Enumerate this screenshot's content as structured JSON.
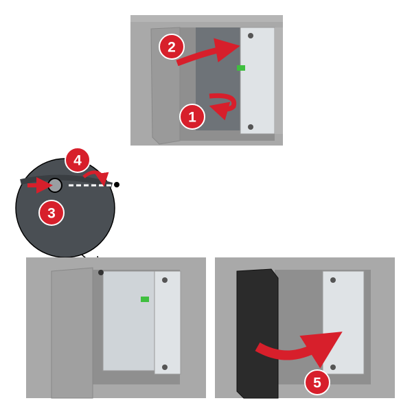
{
  "steps": [
    {
      "label": "1"
    },
    {
      "label": "2"
    },
    {
      "label": "3"
    },
    {
      "label": "4"
    },
    {
      "label": "5"
    }
  ],
  "colors": {
    "accent": "#d71f2b",
    "printer": "#a6a6a6",
    "panel": "#d9dde0",
    "door": "#2b2b2b"
  }
}
